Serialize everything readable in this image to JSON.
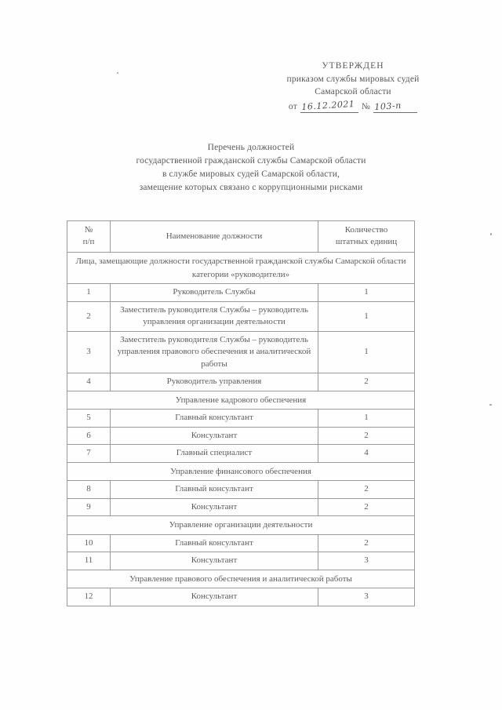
{
  "approval": {
    "approved_word": "УТВЕРЖДЕН",
    "line_order": "приказом службы мировых судей",
    "line_region": "Самарской области",
    "date_prefix": "от",
    "date_handwritten": "16.12.2021",
    "number_sign": "№",
    "number_handwritten": "103-п"
  },
  "title": {
    "line1": "Перечень должностей",
    "line2": "государственной гражданской службы Самарской области",
    "line3": "в службе мировых судей Самарской области,",
    "line4": "замещение которых связано с коррупционными рисками"
  },
  "table": {
    "headers": {
      "num_line1": "№",
      "num_line2": "п/п",
      "name": "Наименование должности",
      "qty_line1": "Количество",
      "qty_line2": "штатных единиц"
    },
    "sections": [
      {
        "heading": "Лица, замещающие должности государственной гражданской службы Самарской области категории «руководители»",
        "rows": [
          {
            "num": "1",
            "name": "Руководитель Службы",
            "qty": "1"
          },
          {
            "num": "2",
            "name": "Заместитель руководителя Службы – руководитель управления организации деятельности",
            "qty": "1"
          },
          {
            "num": "3",
            "name": "Заместитель руководителя Службы – руководитель управления правового обеспечения и аналитической работы",
            "qty": "1"
          },
          {
            "num": "4",
            "name": "Руководитель управления",
            "qty": "2"
          }
        ]
      },
      {
        "heading": "Управление кадрового обеспечения",
        "rows": [
          {
            "num": "5",
            "name": "Главный консультант",
            "qty": "1"
          },
          {
            "num": "6",
            "name": "Консультант",
            "qty": "2"
          },
          {
            "num": "7",
            "name": "Главный специалист",
            "qty": "4"
          }
        ]
      },
      {
        "heading": "Управление финансового обеспечения",
        "rows": [
          {
            "num": "8",
            "name": "Главный консультант",
            "qty": "2"
          },
          {
            "num": "9",
            "name": "Консультант",
            "qty": "2"
          }
        ]
      },
      {
        "heading": "Управление организации деятельности",
        "rows": [
          {
            "num": "10",
            "name": "Главный консультант",
            "qty": "2"
          },
          {
            "num": "11",
            "name": "Консультант",
            "qty": "3"
          }
        ]
      },
      {
        "heading": "Управление правового обеспечения и аналитической работы",
        "rows": [
          {
            "num": "12",
            "name": "Консультант",
            "qty": "3"
          }
        ]
      }
    ]
  }
}
